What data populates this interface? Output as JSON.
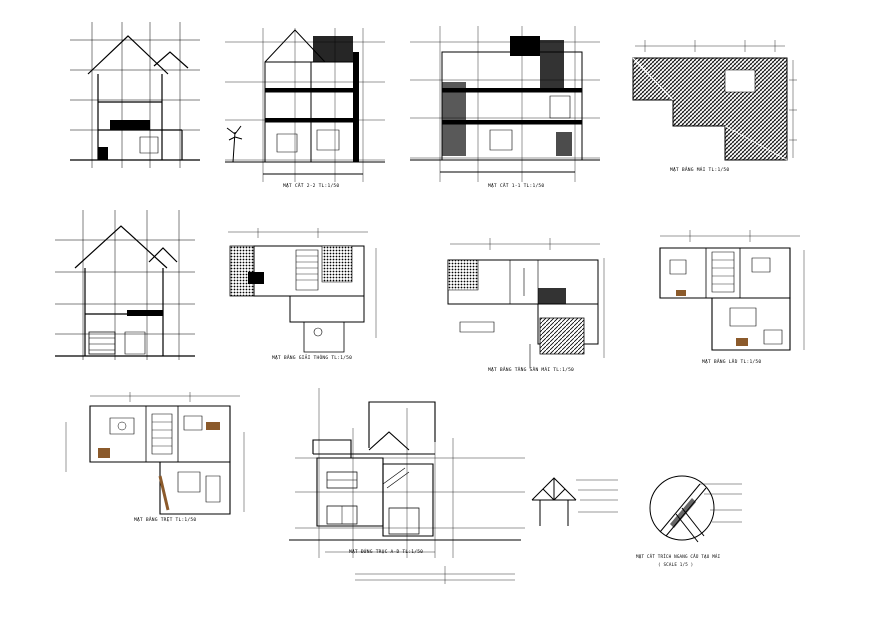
{
  "sheet": {
    "background": "#ffffff",
    "ink": "#000000",
    "accent_brown": "#8b5a2b"
  },
  "captions": {
    "section_2": "MẶT CẮT 2-2   TL:1/50",
    "section_1": "MẶT CẮT 1-1   TL:1/50",
    "roof_plan": "MẶT BẰNG MÁI   TL:1/50",
    "mezzanine_plan": "MẶT BẰNG GIẢI THÔNG   TL:1/50",
    "terrace_plan": "MẶT BẰNG TẦNG SÂN MÁI   TL:1/50",
    "floor_plan": "MẶT BẰNG LẦU   TL:1/50",
    "ground_plan": "MẶT BẰNG TRỆT   TL:1/50",
    "elevation": "MẶT ĐỨNG TRỤC A-D   TL:1/50",
    "roof_detail_line1": "MẶT CẮT TRÍCH NGANG CẤU TẠO MÁI",
    "roof_detail_line2": "( SCALE 1/5 )"
  }
}
